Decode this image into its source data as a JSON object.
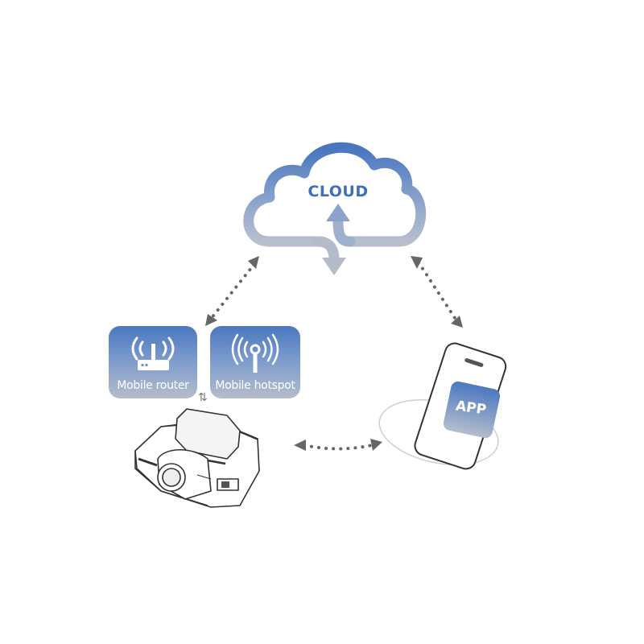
{
  "diagram": {
    "cloud": {
      "label": "CLOUD",
      "icon": "cloud-sync-icon"
    },
    "devices": [
      {
        "label": "Mobile router",
        "icon": "router-icon"
      },
      {
        "label": "Mobile hotspot",
        "icon": "antenna-signal-icon"
      }
    ],
    "swap_symbol": "⇅",
    "phone": {
      "app_label": "APP",
      "icon": "smartphone-icon"
    },
    "dashcam": {
      "icon": "dashcam-icon"
    },
    "connections": [
      {
        "from": "Mobile router",
        "to": "CLOUD",
        "style": "dotted-bidirectional"
      },
      {
        "from": "CLOUD",
        "to": "APP",
        "style": "dotted-bidirectional"
      },
      {
        "from": "Dashcam",
        "to": "APP",
        "style": "dotted-bidirectional"
      },
      {
        "from": "Dashcam",
        "to": "Mobile router",
        "style": "swap"
      }
    ],
    "colors": {
      "accent_blue": "#3e6fbd",
      "gradient_bottom": "#b4bdcc",
      "arrow_gray": "#666666",
      "line_gray": "#cccccc"
    }
  }
}
